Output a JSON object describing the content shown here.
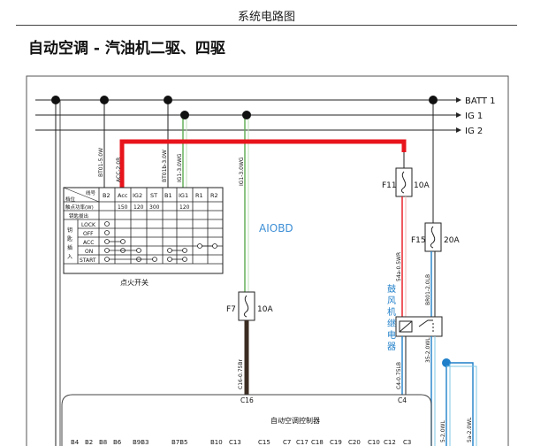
{
  "header": {
    "doc_title": "系统电路图",
    "section_title": "自动空调 - 汽油机二驱、四驱"
  },
  "rails": {
    "batt1": "BATT 1",
    "ig1": "IG 1",
    "ig2": "IG 2"
  },
  "watermark": "AIOBD",
  "wires": {
    "bt01": "BT01-5.0W",
    "acc": "ACC-2.0R",
    "bt01b": "BT01b-3.0W",
    "ig1_3": "IG1-3.0WG",
    "ig1_3b": "IG1-3.0WG",
    "f11w": "54a-0.5WR",
    "f15w": "BR01-2.0LB",
    "f7w": "C16-0.75Br",
    "c4w": "C4-0.75LB",
    "w35": "35-2.0WL",
    "w5": "5-2.0WL",
    "w5b": "5a-2.0WL"
  },
  "fuses": {
    "f11": {
      "id": "F11",
      "amp": "10A"
    },
    "f15": {
      "id": "F15",
      "amp": "20A"
    },
    "f7": {
      "id": "F7",
      "amp": "10A"
    }
  },
  "relay": {
    "label": [
      "鼓",
      "风",
      "机",
      "继",
      "电",
      "器"
    ]
  },
  "switch": {
    "caption": "点火开关",
    "corner_top": "线号",
    "corner_bottom": "档位",
    "power_label": "触点功率(W)",
    "key_label": "钥匙拔出",
    "pos_label": [
      "钥",
      "匙",
      "插",
      "入"
    ],
    "cols": [
      "B2",
      "Acc",
      "IG2",
      "ST",
      "B1",
      "IG1",
      "R1",
      "R2"
    ],
    "power": [
      "",
      "150",
      "120",
      "300",
      "",
      "120",
      "",
      ""
    ],
    "positions": [
      "LOCK",
      "OFF",
      "ACC",
      "ON",
      "START"
    ]
  },
  "ecu": {
    "name": "自动空调控制器",
    "pin_c16": "C16",
    "pin_c4": "C4",
    "pins_bottom": [
      "B4",
      "B2",
      "B8",
      "B6",
      "B9B3",
      "B7B5",
      "B10",
      "C13",
      "C15",
      "C7",
      "C17",
      "C18",
      "C19",
      "C20",
      "C10",
      "C12",
      "C3"
    ]
  },
  "colors": {
    "red": "#e8141c",
    "green": "#5aac4e",
    "blue": "#1f7fc9",
    "brown": "#3b2c22",
    "ltblue": "#7cc7e6"
  }
}
